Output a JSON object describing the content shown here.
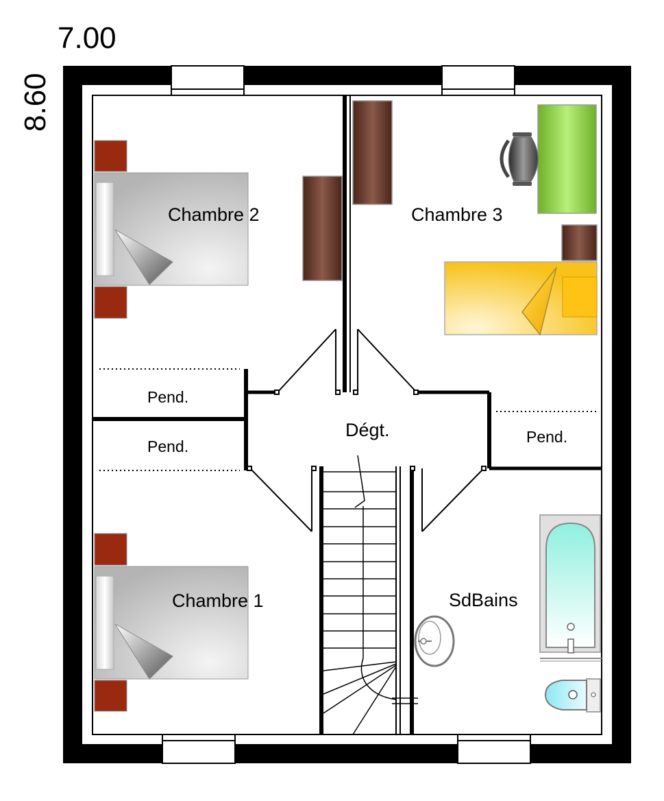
{
  "dimensions": {
    "width": "7.00",
    "depth": "8.60"
  },
  "rooms": {
    "chambre1": "Chambre 1",
    "chambre2": "Chambre 2",
    "chambre3": "Chambre 3",
    "degagement": "Dégt.",
    "sdbains": "SdBains",
    "pend_left_top": "Pend.",
    "pend_left_bottom": "Pend.",
    "pend_right": "Pend."
  },
  "colors": {
    "wall": "#000000",
    "nightstand": "#992a10",
    "wardrobe": "#6b3a2c",
    "desk": "#8ed44a",
    "kid_bed": "#ffd23c",
    "bath_water": "#8ff0df",
    "bed_grey": "#c8c8c8"
  }
}
